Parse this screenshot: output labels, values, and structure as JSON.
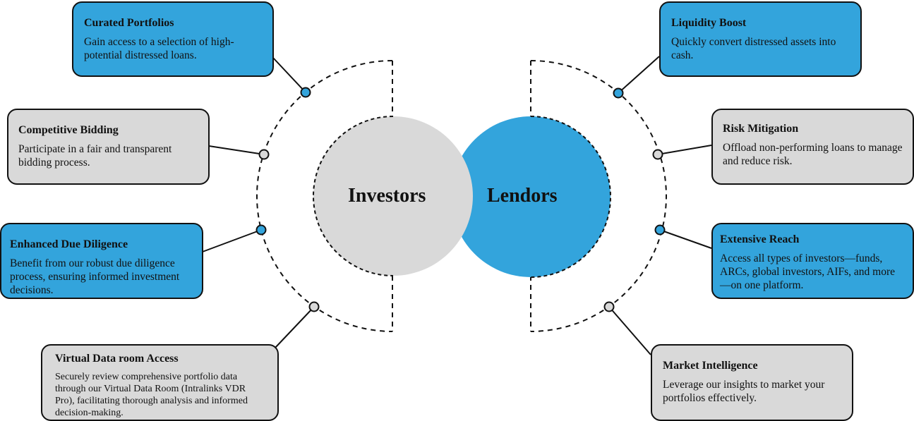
{
  "center": {
    "left": "Investors",
    "right": "Lendors"
  },
  "colors": {
    "blue": "#33a4dc",
    "gray": "#d9d9d9"
  },
  "investors": [
    {
      "title": "Curated Portfolios",
      "body": "Gain access to a selection of high-potential distressed loans."
    },
    {
      "title": "Competitive Bidding",
      "body": "Participate in a fair and transparent bidding process."
    },
    {
      "title": "Enhanced Due Diligence",
      "body": "Benefit from our robust due diligence process, ensuring informed investment decisions."
    },
    {
      "title": "Virtual Data room Access",
      "body": "Securely review comprehensive portfolio data through our Virtual Data Room (Intralinks VDR Pro), facilitating thorough analysis and informed decision-making."
    }
  ],
  "lendors": [
    {
      "title": "Liquidity Boost",
      "body": "Quickly convert distressed assets into cash."
    },
    {
      "title": "Risk Mitigation",
      "body": "Offload non-performing loans to manage and reduce risk."
    },
    {
      "title": "Extensive Reach",
      "body": "Access all types of investors—funds, ARCs, global investors, AIFs, and more—on one platform."
    },
    {
      "title": "Market Intelligence",
      "body": "Leverage our insights to market your portfolios effectively."
    }
  ]
}
